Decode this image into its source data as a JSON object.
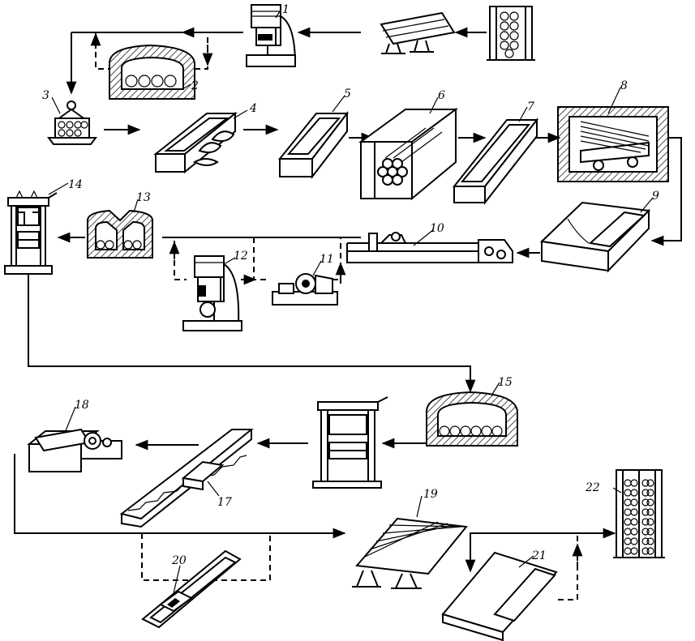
{
  "labels": {
    "l1": "1",
    "l2": "2",
    "l3": "3",
    "l4": "4",
    "l5": "5",
    "l6": "6",
    "l7": "7",
    "l8": "8",
    "l9": "9",
    "l10": "10",
    "l11": "11",
    "l12": "12",
    "l13": "13",
    "l14": "14",
    "l15": "15",
    "l16": "",
    "l17": "17",
    "l18": "18",
    "l19": "19",
    "l20": "20",
    "l21": "21",
    "l22": "22"
  },
  "colors": {
    "line": "#000000",
    "background": "#ffffff"
  }
}
